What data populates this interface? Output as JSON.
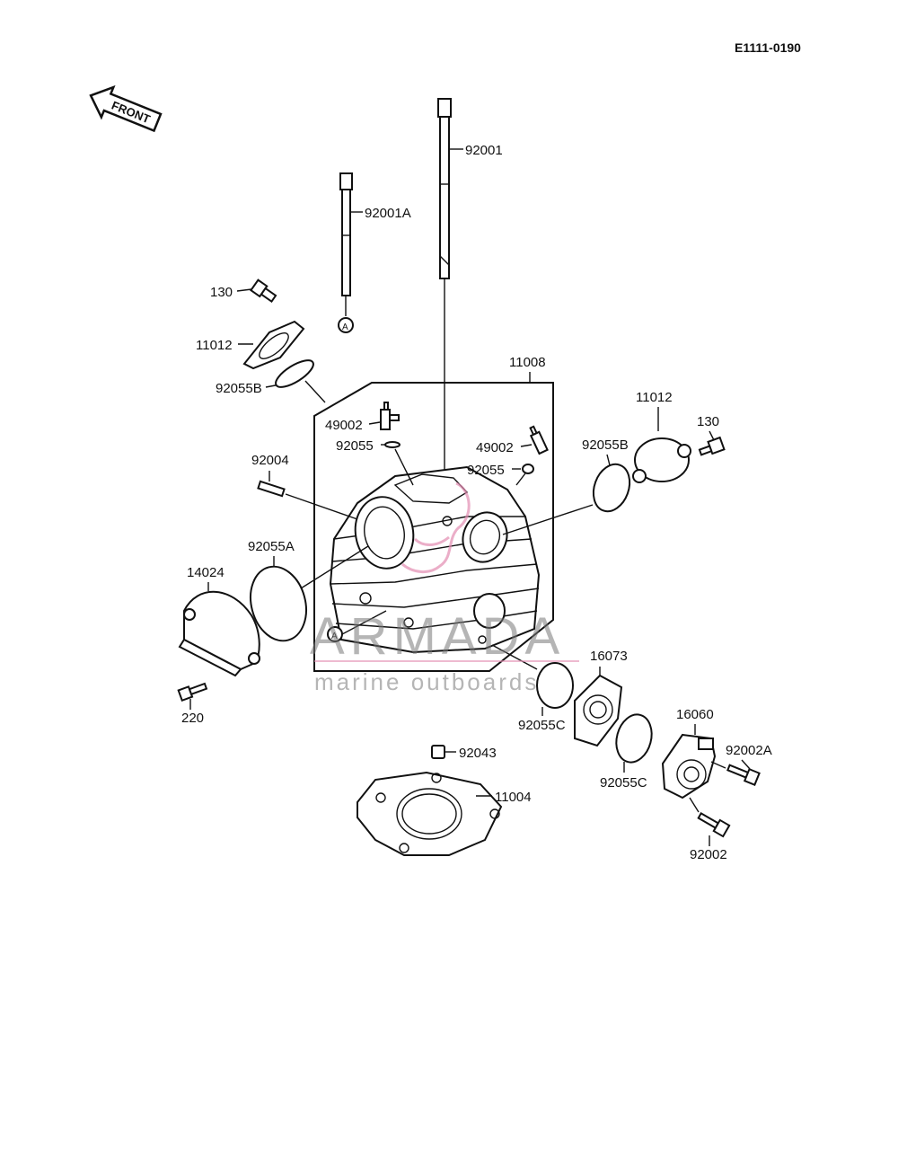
{
  "diagram_code": "E1111-0190",
  "front_label": "FRONT",
  "ref_marker": "A",
  "watermark": {
    "brand": "ARMADA",
    "tagline": "marine outboards"
  },
  "parts": {
    "p92001": "92001",
    "p92001A": "92001A",
    "p130_left": "130",
    "p11012_left": "11012",
    "p92055B_left": "92055B",
    "p11008": "11008",
    "p49002_left": "49002",
    "p92055_left": "92055",
    "p49002_right": "49002",
    "p92055_right": "92055",
    "p11012_right": "11012",
    "p130_right": "130",
    "p92055B_right": "92055B",
    "p92004": "92004",
    "p92055A": "92055A",
    "p14024": "14024",
    "p220": "220",
    "p16073": "16073",
    "p92055C_left": "92055C",
    "p92055C_right": "92055C",
    "p16060": "16060",
    "p92002A": "92002A",
    "p92002": "92002",
    "p92043": "92043",
    "p11004": "11004"
  }
}
